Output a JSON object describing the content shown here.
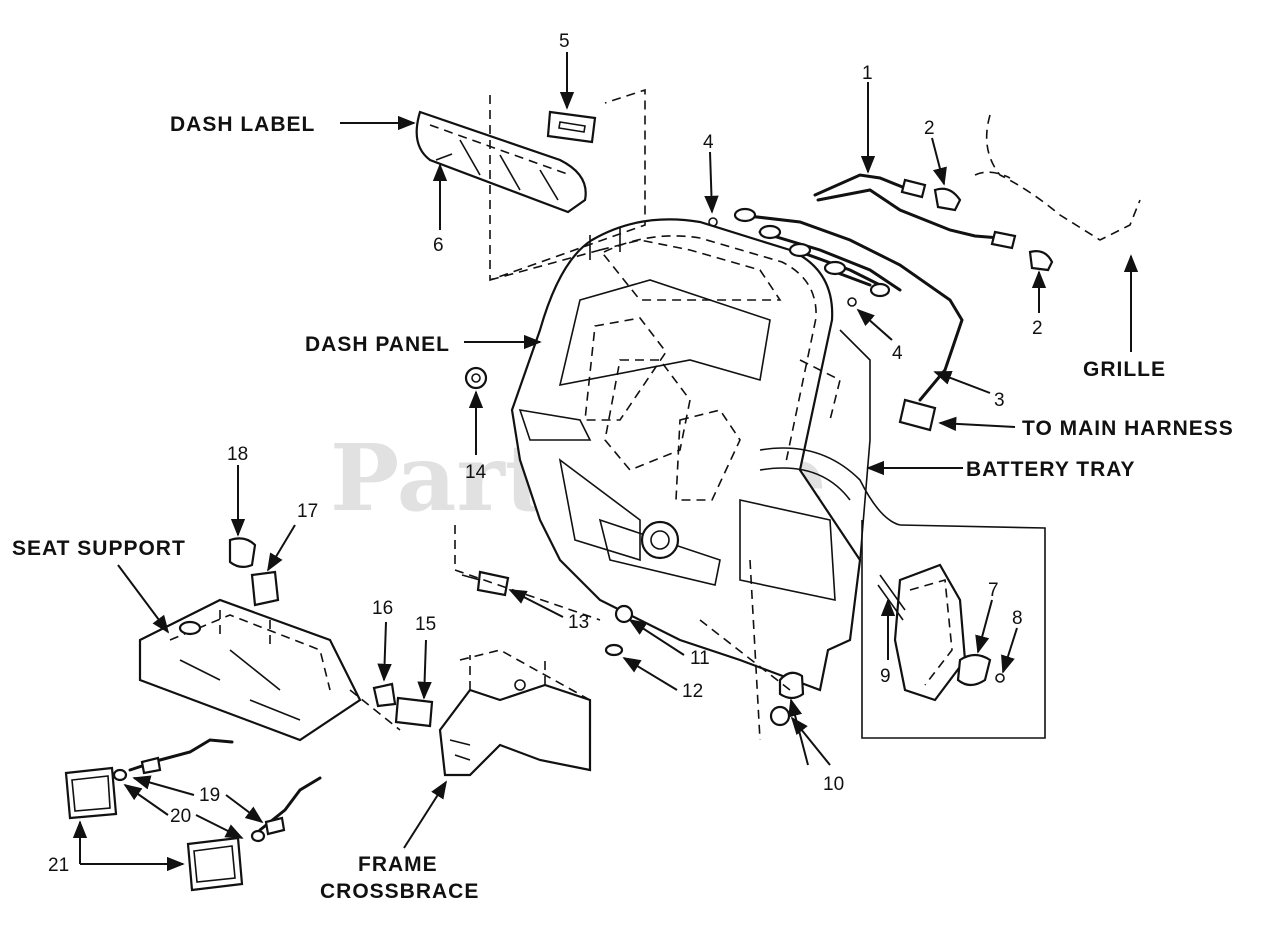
{
  "watermark": "PartsTree",
  "labels": {
    "dash_label": "DASH LABEL",
    "dash_panel": "DASH PANEL",
    "grille": "GRILLE",
    "to_main_harness": "TO MAIN HARNESS",
    "battery_tray": "BATTERY TRAY",
    "seat_support": "SEAT SUPPORT",
    "frame_line1": "FRAME",
    "frame_line2": "CROSSBRACE"
  },
  "callouts": {
    "c1": "1",
    "c2a": "2",
    "c2b": "2",
    "c3": "3",
    "c4a": "4",
    "c4b": "4",
    "c5": "5",
    "c6": "6",
    "c7": "7",
    "c8": "8",
    "c9": "9",
    "c10": "10",
    "c11": "11",
    "c12": "12",
    "c13": "13",
    "c14": "14",
    "c15": "15",
    "c16": "16",
    "c17": "17",
    "c18": "18",
    "c19": "19",
    "c20": "20",
    "c21": "21"
  }
}
